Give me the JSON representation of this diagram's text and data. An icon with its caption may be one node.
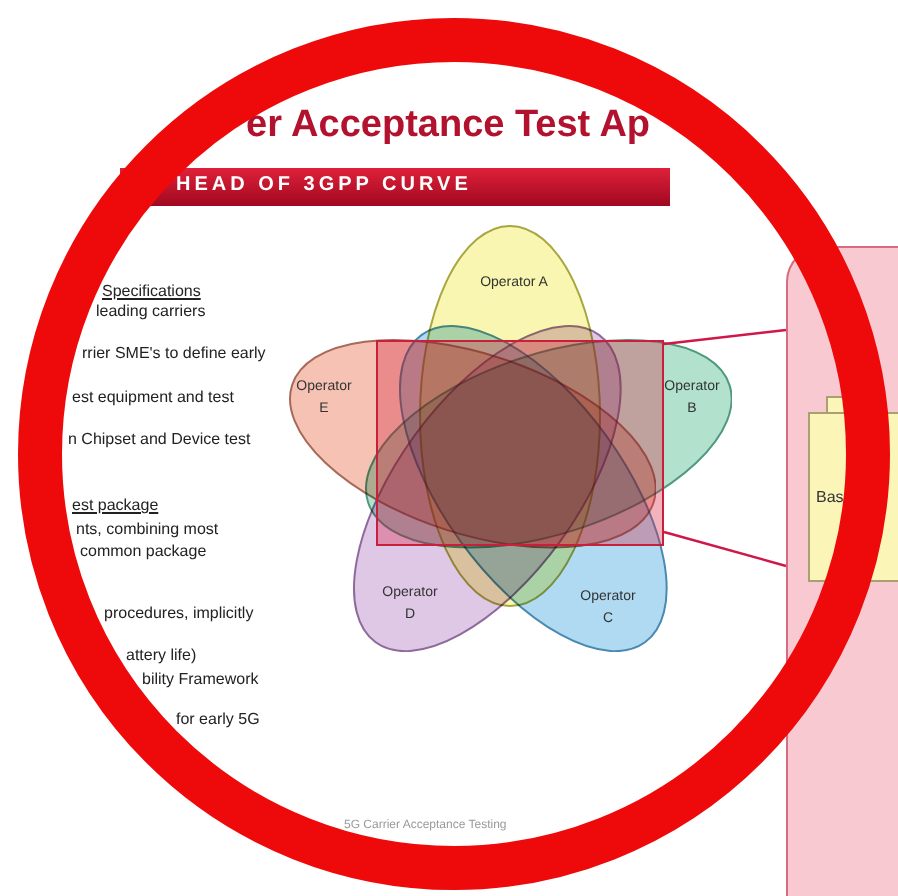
{
  "diagram": {
    "title": "er Acceptance Test Ap",
    "nodes": [
      {
        "text": [
          "Operator A"
        ]
      },
      {
        "text": [
          "Operator E"
        ]
      },
      {
        "text": [
          "Operator B"
        ]
      },
      {
        "text": [
          "Operator D"
        ]
      },
      {
        "text": [
          "Operator C"
        ]
      },
      {
        "text": [],
        "shape": "box"
      },
      {
        "text": [],
        "shape": "box"
      },
      {
        "text": [
          "Bas"
        ],
        "in": 6
      }
    ],
    "edges": [
      {
        "from": 5,
        "to": 6,
        "arrow": "none"
      },
      {
        "from": 5,
        "to": 6,
        "arrow": "none"
      }
    ],
    "labels": [
      "HEAD OF 3GPP CURVE",
      "Specifications",
      "leading carriers",
      "rrier SME's to define early",
      "est equipment and test",
      "n Chipset and Device test",
      "est package",
      "nts, combining most",
      "common package",
      "procedures, implicitly",
      "attery life)",
      "bility Framework",
      "for early 5G",
      "5G Carrier Acceptance Testing"
    ]
  }
}
